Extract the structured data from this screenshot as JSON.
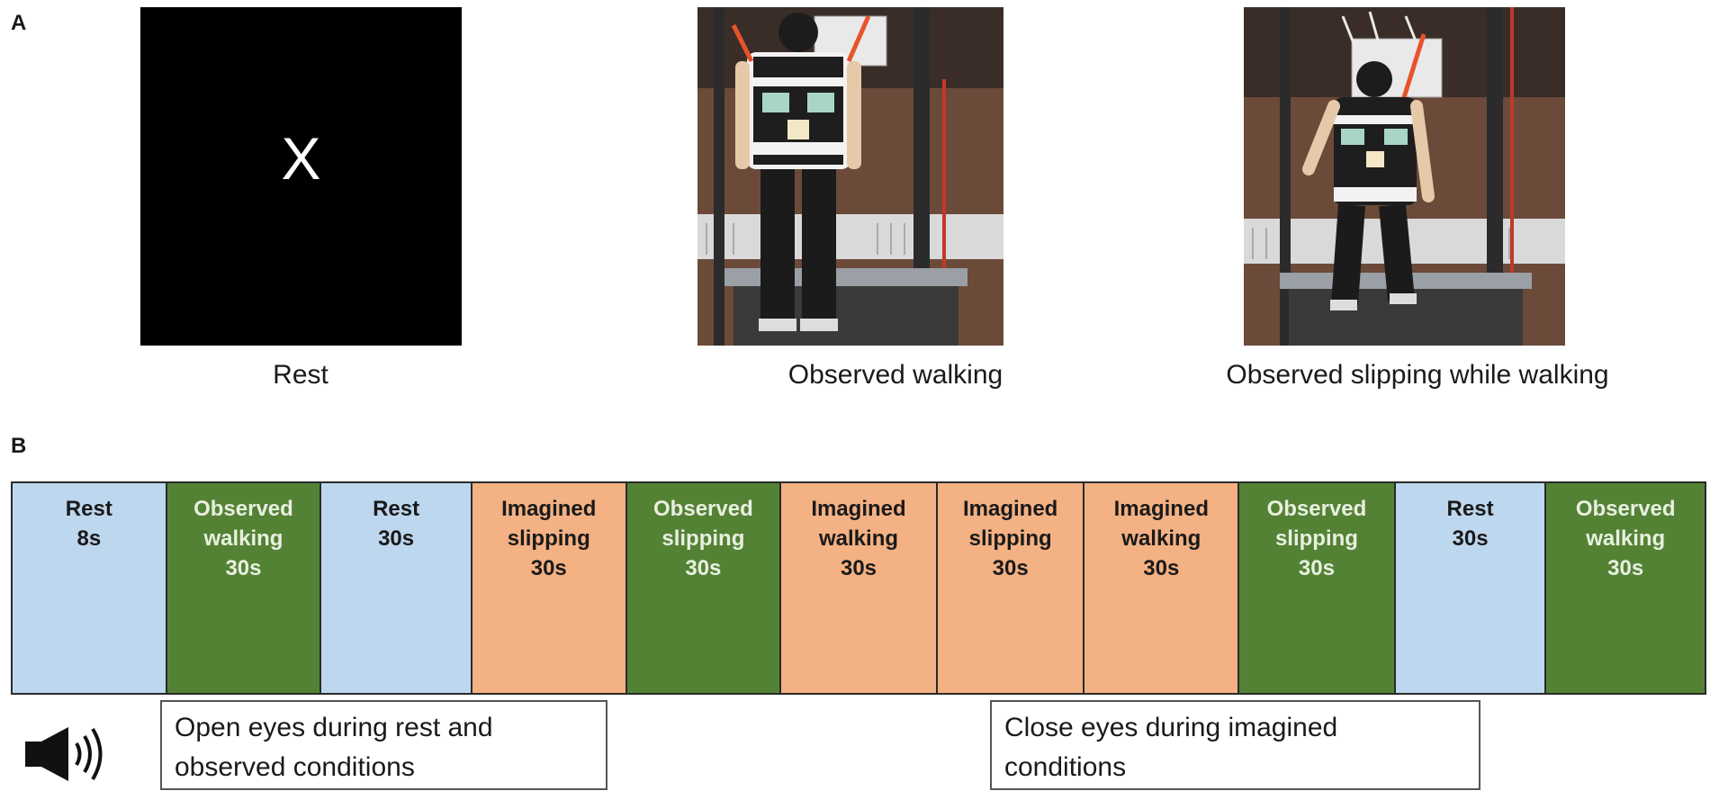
{
  "panels": {
    "a": "A",
    "b": "B"
  },
  "stimuli": {
    "rest": {
      "symbol": "X",
      "caption": "Rest"
    },
    "walking": {
      "caption": "Observed walking"
    },
    "slipping": {
      "caption": "Observed slipping while walking"
    }
  },
  "timeline": {
    "segments": [
      {
        "lines": [
          "Rest",
          "8s"
        ],
        "type": "rest"
      },
      {
        "lines": [
          "Observed",
          "walking",
          "30s"
        ],
        "type": "observed"
      },
      {
        "lines": [
          "Rest",
          "30s"
        ],
        "type": "rest"
      },
      {
        "lines": [
          "Imagined",
          "slipping",
          "30s"
        ],
        "type": "imagined"
      },
      {
        "lines": [
          "Observed",
          "slipping",
          "30s"
        ],
        "type": "observed"
      },
      {
        "lines": [
          "Imagined",
          "walking",
          "30s"
        ],
        "type": "imagined"
      },
      {
        "lines": [
          "Imagined",
          "slipping",
          "30s"
        ],
        "type": "imagined"
      },
      {
        "lines": [
          "Imagined",
          "walking",
          "30s"
        ],
        "type": "imagined"
      },
      {
        "lines": [
          "Observed",
          "slipping",
          "30s"
        ],
        "type": "observed"
      },
      {
        "lines": [
          "Rest",
          "30s"
        ],
        "type": "rest"
      },
      {
        "lines": [
          "Observed",
          "walking",
          "30s"
        ],
        "type": "observed"
      }
    ]
  },
  "instructions": {
    "open": [
      "Open eyes during rest and",
      "observed conditions"
    ],
    "close": [
      "Close eyes during imagined",
      "conditions"
    ]
  },
  "colors": {
    "rest": "#bdd7ee",
    "observed": "#548235",
    "imagined": "#f4b183"
  },
  "icons": {
    "audio": "speaker-icon"
  }
}
